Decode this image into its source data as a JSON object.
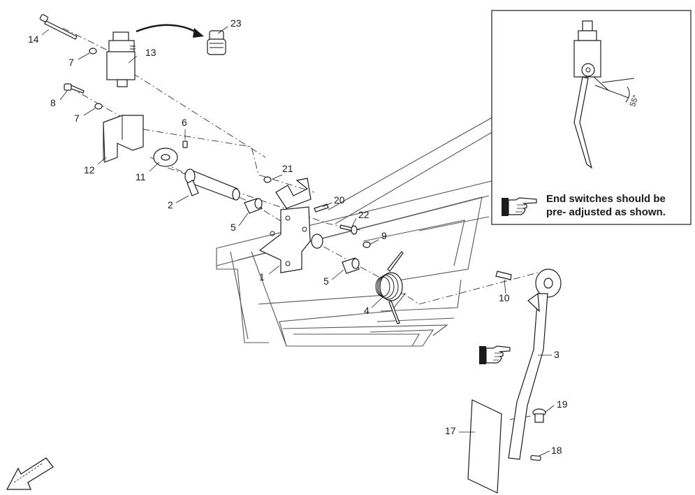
{
  "callouts": {
    "p1": "1",
    "p2": "2",
    "p3": "3",
    "p4": "4",
    "p5a": "5",
    "p5b": "5",
    "p6": "6",
    "p7a": "7",
    "p7b": "7",
    "p8": "8",
    "p9": "9",
    "p10": "10",
    "p11": "11",
    "p12": "12",
    "p13": "13",
    "p14": "14",
    "p17": "17",
    "p18": "18",
    "p19": "19",
    "p20": "20",
    "p21": "21",
    "p22": "22",
    "p23": "23"
  },
  "detail_note": {
    "line1": "End switches should be",
    "line2": "pre- adjusted as shown.",
    "angle": "55°"
  },
  "icons": [
    "pointing-hand-icon",
    "pointing-hand-icon",
    "direction-arrow-icon",
    "curved-arrow-icon"
  ]
}
